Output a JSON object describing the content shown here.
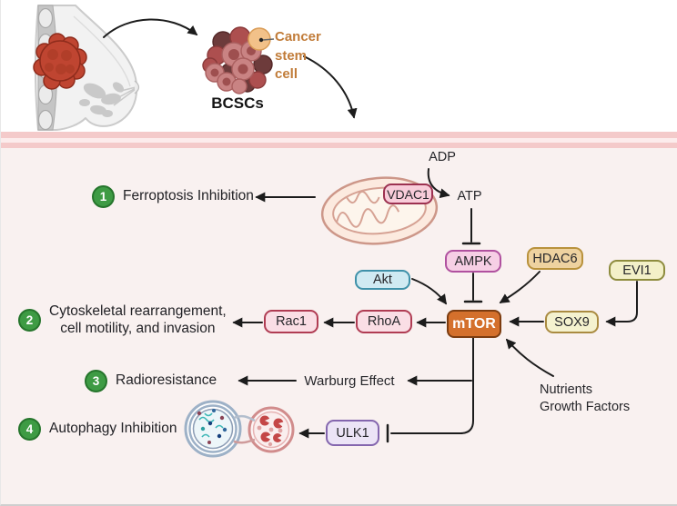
{
  "figure": {
    "top": {
      "cancer_stem_cell": "Cancer\nstem\ncell",
      "bcscs": "BCSCs"
    },
    "molecules": {
      "vdac1": "VDAC1",
      "adp": "ADP",
      "atp": "ATP",
      "ampk": "AMPK",
      "hdac6": "HDAC6",
      "evi1": "EVI1",
      "akt": "Akt",
      "mtor": "mTOR",
      "sox9": "SOX9",
      "rhoa": "RhoA",
      "rac1": "Rac1",
      "ulk1": "ULK1"
    },
    "outcomes": [
      {
        "number": "1",
        "label": "Ferroptosis Inhibition"
      },
      {
        "number": "2",
        "label": "Cytoskeletal rearrangement,\ncell motility, and invasion"
      },
      {
        "number": "3",
        "label": "Radioresistance"
      },
      {
        "number": "4",
        "label": "Autophagy Inhibition"
      }
    ],
    "annotations": {
      "warburg_effect": "Warburg Effect",
      "nutrients_growth_factors": "Nutrients\nGrowth Factors"
    },
    "colors": {
      "membrane_band": "#f4caca",
      "cytoplasm": "#f9f1f0",
      "badge_green": "#3e9b44",
      "mtor_fill": "#d4702c",
      "stem_cell_text": "#c17c39"
    }
  }
}
